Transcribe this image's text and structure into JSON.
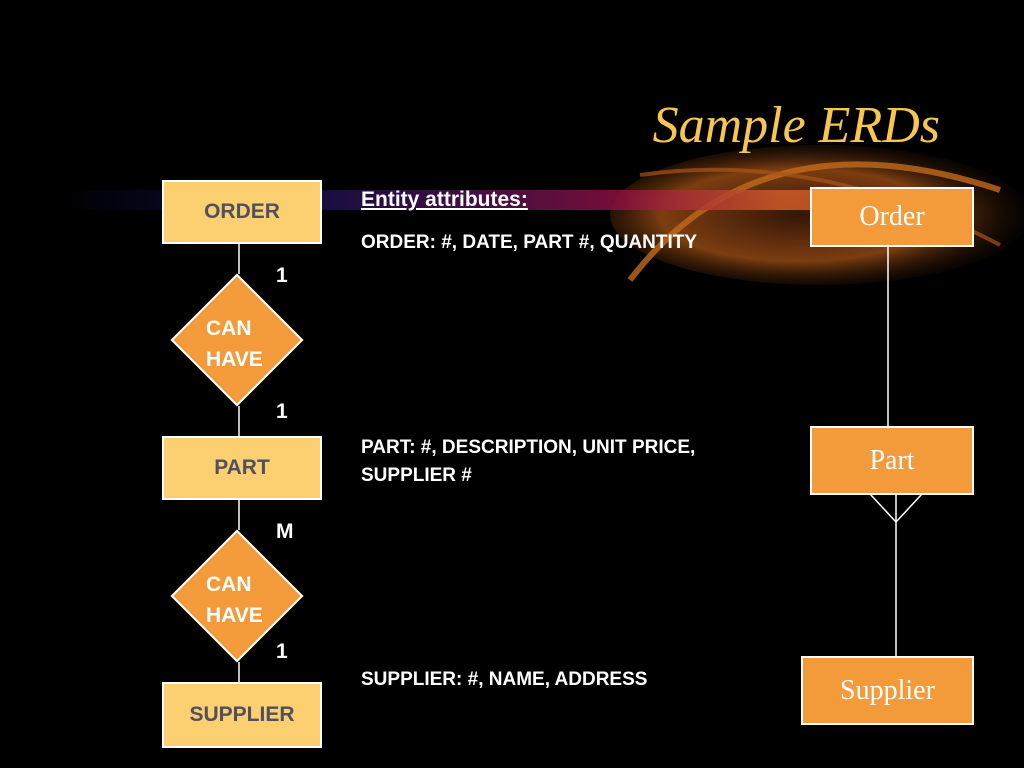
{
  "title": "Sample ERDs",
  "colors": {
    "background": "#000000",
    "title": "#f7c64f",
    "entity_fill_left": "#fccf70",
    "entity_text_left": "#505060",
    "entity_fill_right": "#f39a3a",
    "relationship_fill": "#f39a3a",
    "border": "#ffffff"
  },
  "left_diagram": {
    "entities": [
      {
        "label": "ORDER"
      },
      {
        "label": "PART"
      },
      {
        "label": "SUPPLIER"
      }
    ],
    "relationships": [
      {
        "label_line1": "CAN",
        "label_line2": "HAVE",
        "card_top": "1",
        "card_bottom": "1"
      },
      {
        "label_line1": "CAN",
        "label_line2": "HAVE",
        "card_top": "M",
        "card_bottom": "1"
      }
    ]
  },
  "attributes": {
    "heading": "Entity attributes:",
    "order": "ORDER: #, DATE, PART #, QUANTITY",
    "part": "PART: #, DESCRIPTION, UNIT PRICE, SUPPLIER #",
    "supplier": "SUPPLIER: #, NAME, ADDRESS"
  },
  "right_diagram": {
    "entities": [
      {
        "label": "Order"
      },
      {
        "label": "Part"
      },
      {
        "label": "Supplier"
      }
    ],
    "notation": "crows-foot"
  }
}
